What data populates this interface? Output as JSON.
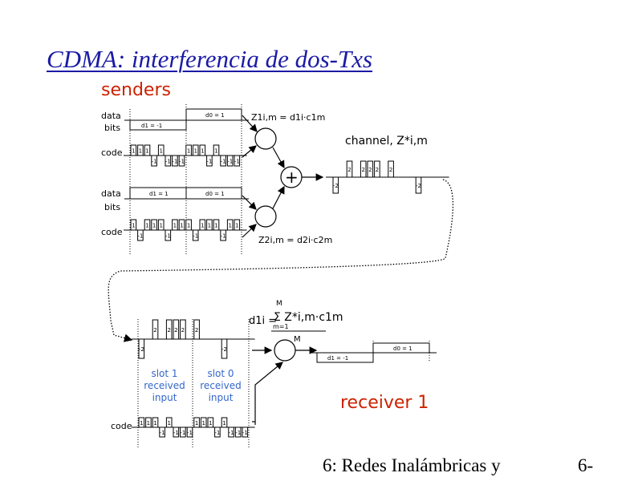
{
  "slide": {
    "title": "CDMA: interferencia de dos-Txs",
    "senders_label": "senders",
    "receiver_label": "receiver 1",
    "footer_left": "6: Redes Inalámbricas y",
    "footer_right": "6-"
  },
  "sender1": {
    "data_label": "data",
    "bits_label": "bits",
    "code_label": "code",
    "bit_slot1": "d1 = -1",
    "bit_slot0": "d0 = 1",
    "code_values": [
      1,
      1,
      1,
      -1,
      1,
      -1,
      -1,
      -1,
      1,
      1,
      1,
      -1,
      1,
      -1,
      -1,
      -1
    ]
  },
  "sender2": {
    "data_label": "data",
    "bits_label": "bits",
    "code_label": "code",
    "bit_slot1": "d1 = 1",
    "bit_slot0": "d0 = 1",
    "code_values": [
      1,
      -1,
      1,
      1,
      1,
      -1,
      1,
      1,
      1,
      -1,
      1,
      1,
      1,
      -1,
      1,
      1
    ]
  },
  "formulas": {
    "z1": "Z1i,m = d1i·c1m",
    "z2": "Z2i,m = d2i·c2m",
    "channel": "channel, Z*i,m",
    "decode_lhs": "d1i =",
    "decode_sum": "Σ Z*i,m·c1m",
    "sum_upper": "M",
    "sum_lower": "m=1",
    "decode_den": "M"
  },
  "channel": {
    "values": [
      -2,
      0,
      2,
      0,
      2,
      2,
      2,
      0,
      2,
      0,
      0,
      0,
      -2,
      0,
      0,
      0
    ],
    "value_labels": [
      "-2",
      "2",
      "2",
      "2",
      "2",
      "2",
      "-2"
    ]
  },
  "receiver": {
    "received_values": [
      -2,
      0,
      2,
      0,
      2,
      2,
      2,
      0,
      2,
      0,
      0,
      0,
      -2,
      0,
      0,
      0
    ],
    "slot1_label": "slot 1\nreceived\ninput",
    "slot0_label": "slot 0\nreceived\ninput",
    "code_label": "code",
    "code_values": [
      1,
      1,
      1,
      -1,
      1,
      -1,
      -1,
      -1,
      1,
      1,
      1,
      -1,
      1,
      -1,
      -1,
      -1
    ],
    "out_slot1": "d1 = -1",
    "out_slot0": "d0 = 1"
  }
}
